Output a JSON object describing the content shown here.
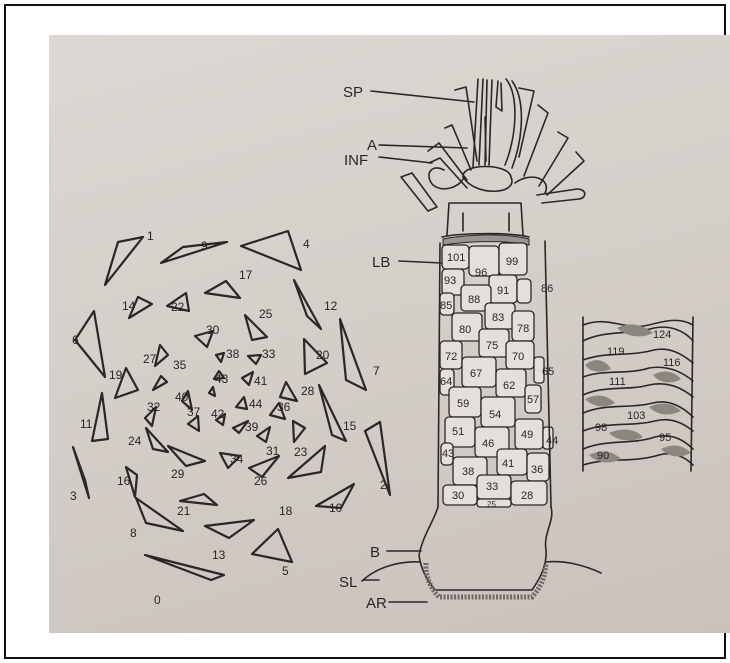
{
  "labels": {
    "sp": "SP",
    "a": "A",
    "inf": "INF",
    "lb": "LB",
    "b": "B",
    "sl": "SL",
    "ar": "AR"
  },
  "spiral_numbers": [
    "0",
    "1",
    "2",
    "3",
    "4",
    "5",
    "6",
    "7",
    "8",
    "9",
    "10",
    "11",
    "12",
    "13",
    "14",
    "15",
    "16",
    "17",
    "18",
    "19",
    "20",
    "21",
    "22",
    "23",
    "24",
    "25",
    "26",
    "27",
    "28",
    "29",
    "30",
    "31",
    "32",
    "33",
    "34",
    "35",
    "36",
    "37",
    "38",
    "39",
    "40",
    "41",
    "42",
    "43",
    "44"
  ],
  "stem_numbers": [
    "101",
    "99",
    "96",
    "93",
    "91",
    "88",
    "86",
    "85",
    "83",
    "80",
    "78",
    "75",
    "72",
    "70",
    "67",
    "65",
    "64",
    "62",
    "59",
    "57",
    "54",
    "51",
    "49",
    "46",
    "44",
    "43",
    "41",
    "38",
    "36",
    "33",
    "30",
    "28",
    "25"
  ],
  "detail_numbers": [
    "124",
    "119",
    "116",
    "111",
    "103",
    "98",
    "95",
    "90"
  ]
}
